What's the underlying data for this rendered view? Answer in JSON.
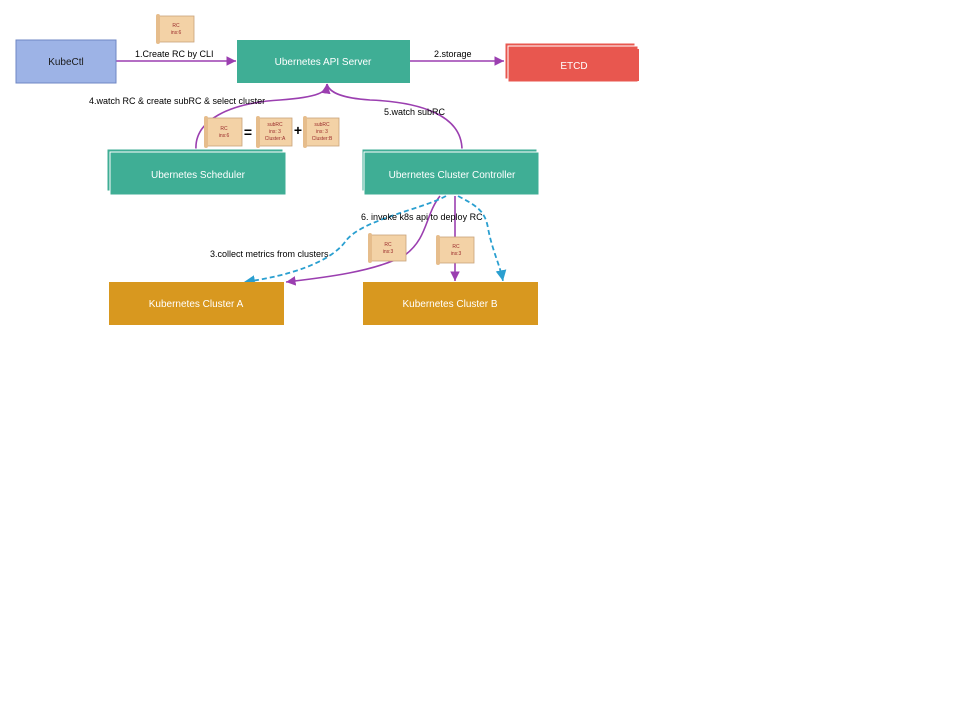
{
  "boxes": {
    "kubectl": "KubeCtl",
    "api_server": "Ubernetes API Server",
    "etcd": "ETCD",
    "scheduler": "Ubernetes Scheduler",
    "cluster_controller": "Ubernetes Cluster Controller",
    "cluster_a": "Kubernetes Cluster A",
    "cluster_b": "Kubernetes Cluster B"
  },
  "edges": {
    "create_rc": "1.Create RC by CLI",
    "storage": "2.storage",
    "collect_metrics": "3.collect metrics from clusters",
    "watch_rc": "4.watch RC & create subRC & select cluster",
    "watch_subrc": "5.watch subRC",
    "invoke_api": "6. invoke k8s api to deploy RC"
  },
  "notes": {
    "rc_top": [
      "RC",
      "ins:6"
    ],
    "rc_scheduler": [
      "RC",
      "ins:6"
    ],
    "subrc_a": [
      "subRC",
      "ins: 3",
      "Cluster:A"
    ],
    "subrc_b": [
      "subRC",
      "ins: 3",
      "Cluster:B"
    ],
    "rc_a": [
      "RC",
      "ins:3"
    ],
    "rc_b": [
      "RC",
      "ins:3"
    ]
  },
  "operators": {
    "equals": "=",
    "plus": "+"
  },
  "colors": {
    "kubectl": "#9db3e6",
    "ubernetes": "#3fae95",
    "etcd": "#e8574f",
    "kubernetes": "#d8981f",
    "solid_arrow": "#9b3fb0",
    "dashed_arrow": "#2a9fd0",
    "note": "#f3d2a6"
  }
}
